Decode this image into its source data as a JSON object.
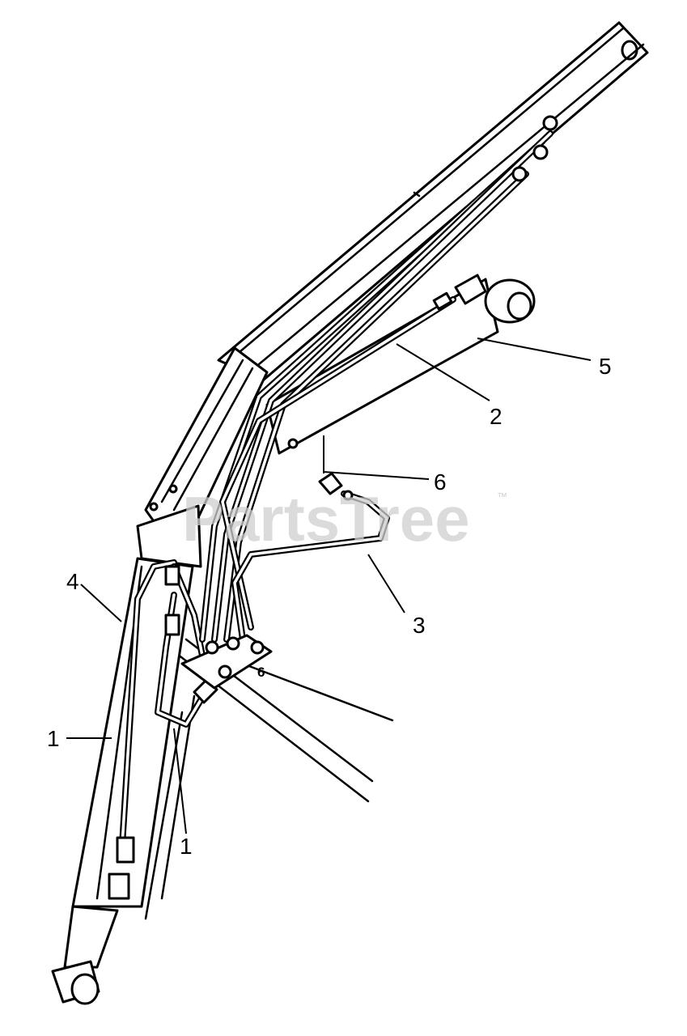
{
  "watermark": {
    "text": "PartsTree",
    "trademark": "™"
  },
  "callouts": {
    "c1_left": "1",
    "c1_bottom": "1",
    "c2": "2",
    "c3": "3",
    "c4": "4",
    "c5": "5",
    "c6_upper": "6",
    "c6_block": "6"
  }
}
